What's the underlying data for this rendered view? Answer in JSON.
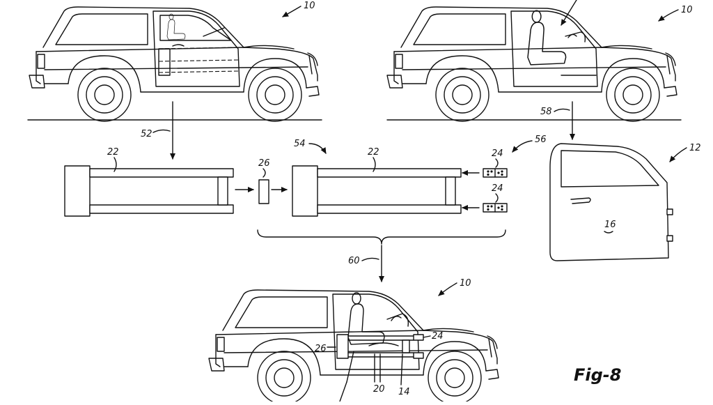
{
  "figure": {
    "caption": "Fig-8",
    "refs": {
      "vehicle": "10",
      "door": "12",
      "door_panel": "16",
      "rail": "22",
      "block": "26",
      "bracket": "24",
      "arrow_52": "52",
      "arrow_54": "54",
      "arrow_56": "56",
      "arrow_58": "58",
      "arrow_60": "60",
      "beam": "20",
      "sill": "14"
    }
  }
}
